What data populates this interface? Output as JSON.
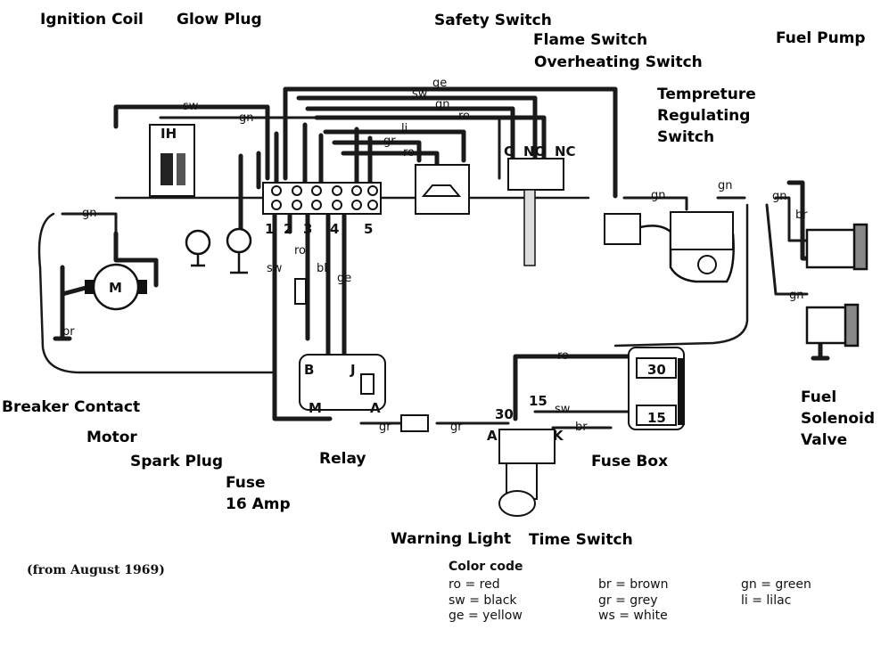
{
  "labels": {
    "ignition_coil": "Ignition Coil",
    "glow_plug": "Glow Plug",
    "safety_switch": "Safety Switch",
    "flame_switch": "Flame Switch",
    "overheating_switch": "Overheating Switch",
    "fuel_pump": "Fuel Pump",
    "temperature_switch": [
      "Tempreture",
      "Regulating",
      "Switch"
    ],
    "breaker_contact": "Breaker Contact",
    "motor": "Motor",
    "spark_plug": "Spark Plug",
    "fuse": [
      "Fuse",
      "16 Amp"
    ],
    "relay": "Relay",
    "fuse_box": "Fuse Box",
    "warning_light": "Warning Light",
    "time_switch": "Time Switch",
    "fuel_solenoid_valve": [
      "Fuel",
      "Solenoid",
      "Valve"
    ]
  },
  "note": "(from August 1969)",
  "color_code": {
    "title": "Color code",
    "columns": [
      [
        "ro  = red",
        "sw  = black",
        "ge  = yellow"
      ],
      [
        "br  = brown",
        "gr  = grey",
        "ws = white"
      ],
      [
        "gn  = green",
        "li    = lilac"
      ]
    ]
  },
  "wire_labels": {
    "sw": "sw",
    "gn": "gn",
    "ge": "ge",
    "ro": "ro",
    "li": "li",
    "gr": "gr",
    "br": "br",
    "bl": "bl"
  },
  "terminal_numbers": [
    "1",
    "2",
    "3",
    "4",
    "5"
  ],
  "switch_terminals": {
    "c": "C",
    "no": "NO",
    "nc": "NC"
  },
  "relay_terminals": {
    "b": "B",
    "j": "J",
    "m": "M",
    "a": "A"
  },
  "time_switch_terminals": {
    "a": "A",
    "k": "K",
    "t30": "30",
    "t15": "15"
  },
  "fuse_values": [
    "30",
    "15"
  ],
  "coil_mark": "IH",
  "motor_mark": "M"
}
